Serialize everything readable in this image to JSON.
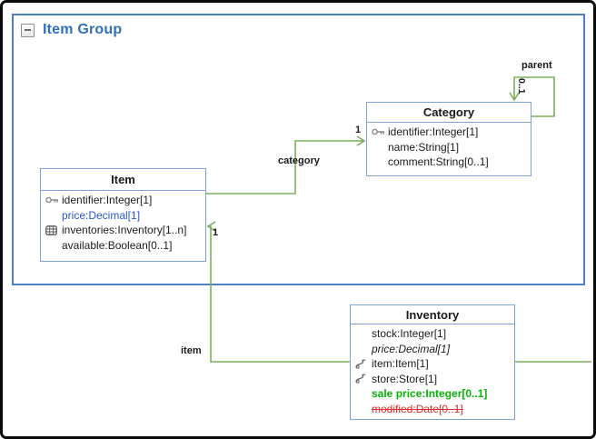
{
  "group": {
    "title": "Item Group"
  },
  "entities": {
    "item": {
      "title": "Item",
      "attributes": [
        {
          "text": "identifier:Integer[1]",
          "icon": "key-icon"
        },
        {
          "text": "price:Decimal[1]",
          "style": "blue"
        },
        {
          "text": "inventories:Inventory[1..n]",
          "icon": "collection-icon"
        },
        {
          "text": "available:Boolean[0..1]"
        }
      ]
    },
    "category": {
      "title": "Category",
      "attributes": [
        {
          "text": "identifier:Integer[1]",
          "icon": "key-icon"
        },
        {
          "text": "name:String[1]"
        },
        {
          "text": "comment:String[0..1]"
        }
      ]
    },
    "inventory": {
      "title": "Inventory",
      "attributes": [
        {
          "text": "stock:Integer[1]"
        },
        {
          "text": "price:Decimal[1]",
          "style": "italic"
        },
        {
          "text": "item:Item[1]",
          "icon": "reference-icon"
        },
        {
          "text": "store:Store[1]",
          "icon": "reference-icon"
        },
        {
          "text": "sale price:Integer[0..1]",
          "style": "green-bold"
        },
        {
          "text": "modified:Date[0..1]",
          "style": "red-strikethrough"
        }
      ]
    }
  },
  "connections": {
    "category": {
      "label": "category",
      "multiplicity": "1"
    },
    "item": {
      "label": "item",
      "multiplicity": "1"
    },
    "parent": {
      "label": "parent",
      "multiplicity": "0..1"
    }
  },
  "colors": {
    "group_border": "#4e80c5",
    "entity_border": "#7ea2d8",
    "connection_green": "#7caf5b",
    "group_title_blue": "#2e6fc1",
    "attribute_blue": "#2457d6",
    "attribute_green": "#0ab00a",
    "attribute_red": "#e02b2b"
  }
}
